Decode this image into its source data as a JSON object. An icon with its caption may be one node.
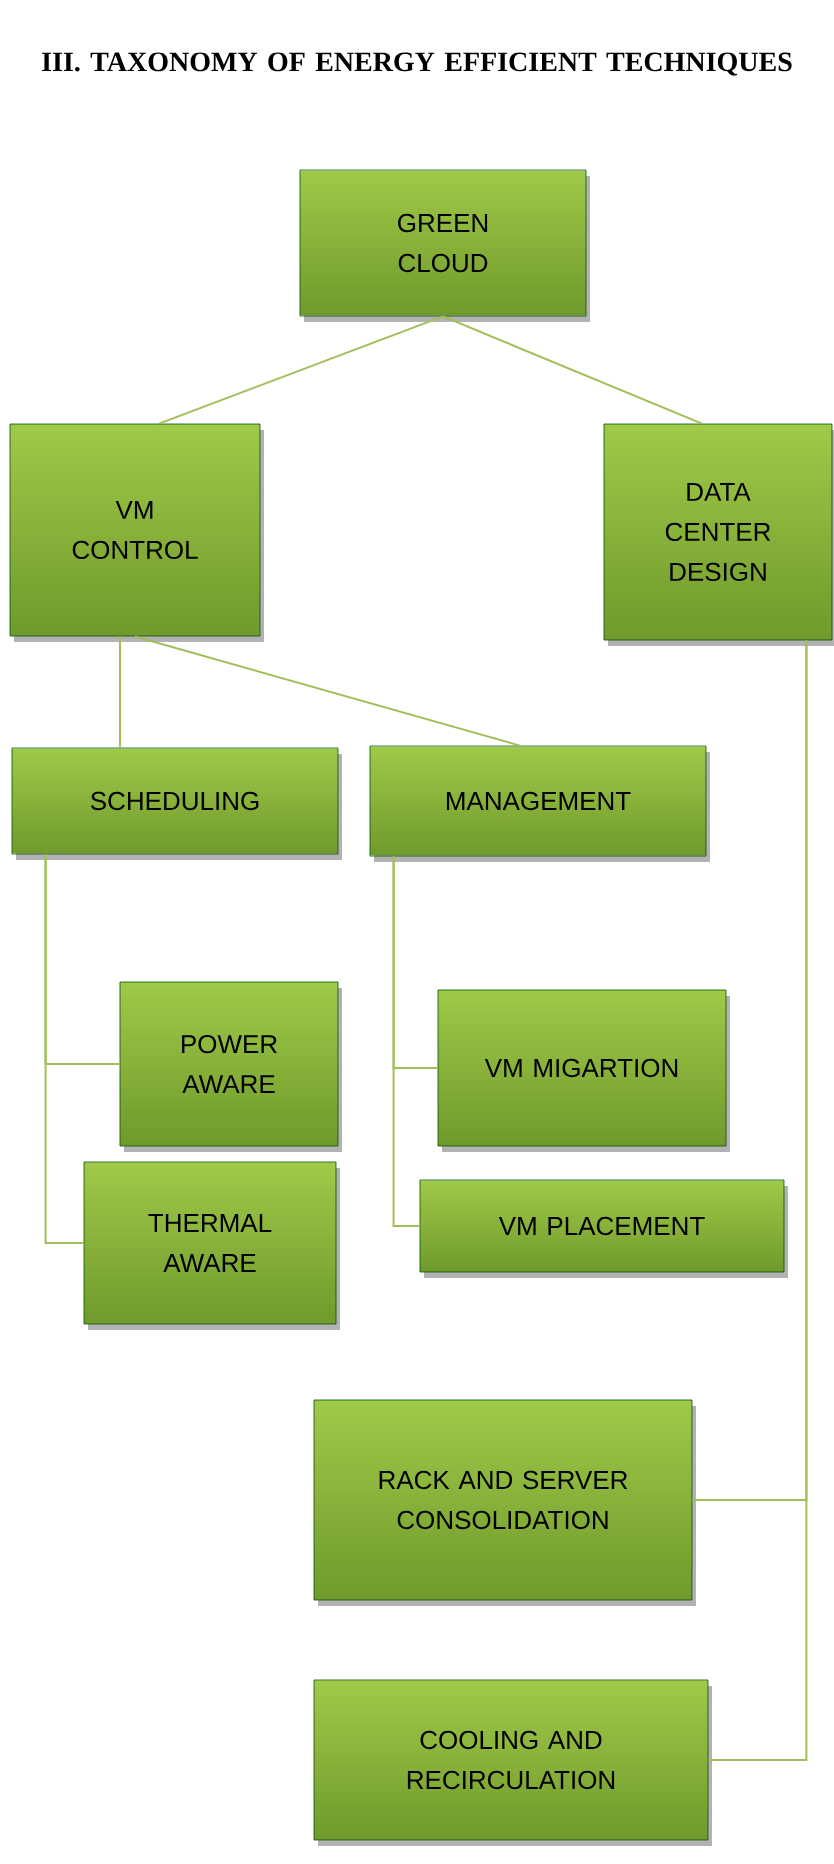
{
  "diagram": {
    "title": "III. TAXONOMY OF ENERGY EFFICIENT TECHNIQUES",
    "nodes": [
      {
        "text": [
          "GREEN CLOUD"
        ]
      },
      {
        "text": [
          "VM CONTROL"
        ]
      },
      {
        "text": [
          "DATA CENTER DESIGN"
        ]
      },
      {
        "text": [
          "SCHEDULING"
        ]
      },
      {
        "text": [
          "MANAGEMENT"
        ]
      },
      {
        "text": [
          "POWER AWARE"
        ]
      },
      {
        "text": [
          "THERMAL AWARE"
        ]
      },
      {
        "text": [
          "VM MIGARTION"
        ]
      },
      {
        "text": [
          "VM PLACEMENT"
        ]
      },
      {
        "text": [
          "RACK AND SERVER CONSOLIDATION"
        ]
      },
      {
        "text": [
          "COOLING AND RECIRCULATION"
        ]
      }
    ],
    "edges": [
      {
        "from": 0,
        "to": 1,
        "arrow": "none"
      },
      {
        "from": 0,
        "to": 2,
        "arrow": "none"
      },
      {
        "from": 1,
        "to": 3,
        "arrow": "none"
      },
      {
        "from": 1,
        "to": 4,
        "arrow": "none"
      },
      {
        "from": 3,
        "to": 5,
        "arrow": "none"
      },
      {
        "from": 3,
        "to": 6,
        "arrow": "none"
      },
      {
        "from": 4,
        "to": 7,
        "arrow": "none"
      },
      {
        "from": 4,
        "to": 8,
        "arrow": "none"
      },
      {
        "from": 2,
        "to": 9,
        "arrow": "none"
      },
      {
        "from": 2,
        "to": 10,
        "arrow": "none"
      }
    ]
  }
}
